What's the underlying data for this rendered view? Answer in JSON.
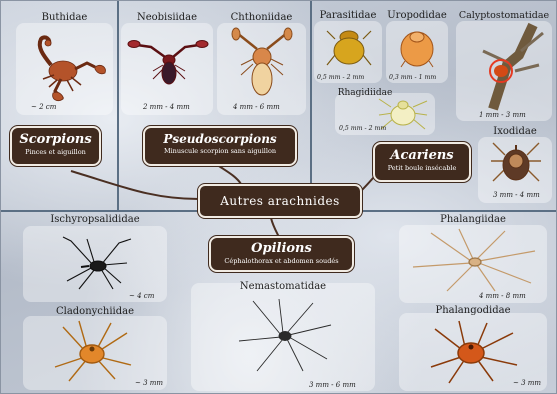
{
  "center": {
    "title": "Autres arachnides"
  },
  "groups": {
    "scorpions": {
      "title": "Scorpions",
      "subtitle": "Pinces et aiguillon"
    },
    "pseudoscorpions": {
      "title": "Pseudoscorpions",
      "subtitle": "Minuscule scorpion sans aiguillon"
    },
    "acariens": {
      "title": "Acariens",
      "subtitle": "Petit boule insécable"
    },
    "opilions": {
      "title": "Opilions",
      "subtitle": "Céphalothorax et abdomen soudés"
    }
  },
  "families": {
    "buthidae": {
      "name": "Buthidae",
      "size": "~ 2 cm"
    },
    "neobisiidae": {
      "name": "Neobisiidae",
      "size": "2 mm - 4 mm"
    },
    "chthoniidae": {
      "name": "Chthoniidae",
      "size": "4 mm - 6 mm"
    },
    "parasitidae": {
      "name": "Parasitidae",
      "size": "0,5 mm - 2 mm"
    },
    "uropodidae": {
      "name": "Uropodidae",
      "size": "0,3 mm - 1 mm"
    },
    "calyptostomatidae": {
      "name": "Calyptostomatidae",
      "size": "1 mm - 3 mm"
    },
    "rhagidiidae": {
      "name": "Rhagidiidae",
      "size": "0,5 mm - 2 mm"
    },
    "ixodidae": {
      "name": "Ixodidae",
      "size": "3 mm - 4 mm"
    },
    "ischyropsalididae": {
      "name": "Ischyropsalididae",
      "size": "~ 4 cm"
    },
    "cladonychiidae": {
      "name": "Cladonychiidae",
      "size": "~ 3 mm"
    },
    "nemastomatidae": {
      "name": "Nemastomatidae",
      "size": "3 mm - 6 mm"
    },
    "phalangiidae": {
      "name": "Phalangiidae",
      "size": "4 mm - 8 mm"
    },
    "phalangodidae": {
      "name": "Phalangodidae",
      "size": "~ 3 mm"
    }
  },
  "colors": {
    "banner": "#3f2a1e",
    "divider": "#5b6f84",
    "connector": "#4a2f22"
  }
}
